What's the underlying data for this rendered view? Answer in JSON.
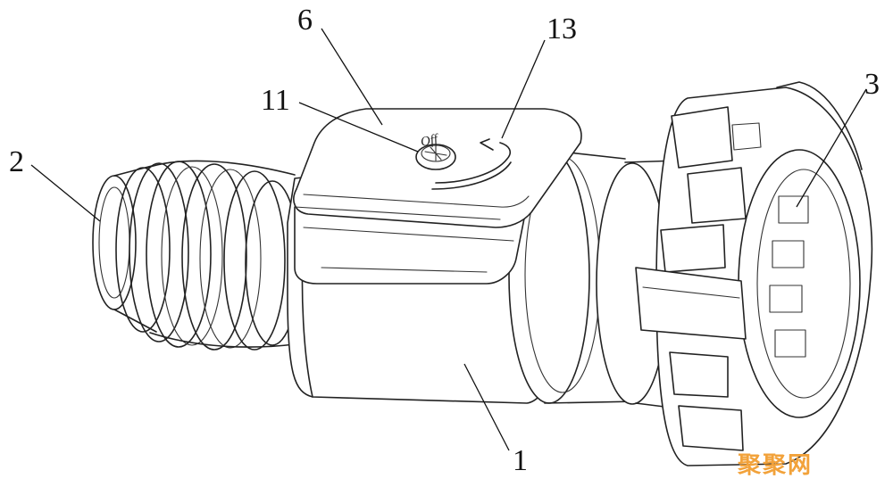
{
  "callouts": {
    "c1": "1",
    "c2": "2",
    "c3": "3",
    "c6": "6",
    "c11": "11",
    "c13": "13"
  },
  "knob_text": "Off",
  "watermark": "聚聚网",
  "colors": {
    "line": "#222222",
    "watermark": "#f2a23a"
  }
}
